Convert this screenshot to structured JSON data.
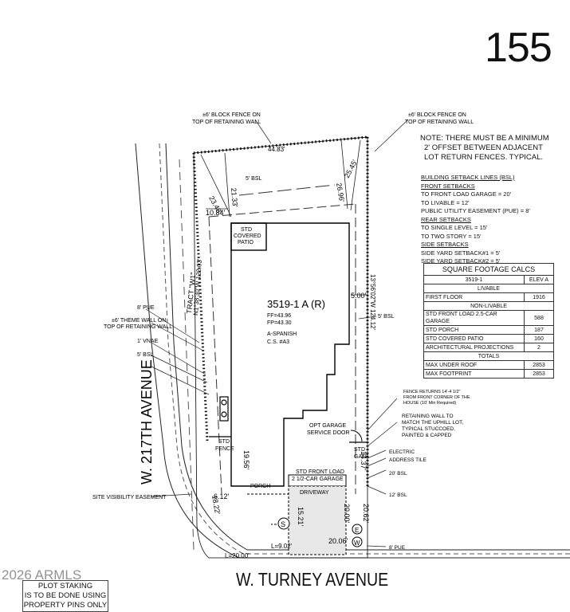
{
  "lot_number": "155",
  "street_bottom": "W. TURNEY AVENUE",
  "street_side": "W. 217TH AVENUE",
  "tract": "TRACT \"W1\"",
  "bearing_left": "N1°38'30\"W 122.03'",
  "bearing_right": "13°56'02\"W 124.12'",
  "block_fence_top": [
    "±6' BLOCK FENCE ON",
    "TOP OF RETAINING WALL"
  ],
  "block_fence_right": [
    "±6' BLOCK FENCE ON",
    "TOP OF RETAINING WALL"
  ],
  "note": [
    "NOTE: THERE MUST BE A MINIMUM",
    "2' OFFSET BETWEEN ADJACENT",
    "LOT RETURN FENCES. TYPICAL."
  ],
  "setbacks": {
    "title": "BUILDING SETBACK LINES (BSL)",
    "front_head": "FRONT SETBACKS",
    "front_garage": "TO FRONT LOAD GARAGE = 20'",
    "front_livable": "TO LIVABLE = 12'",
    "pue": "PUBLIC UTILITY EASEMENT (PUE) = 8'",
    "rear_head": "REAR SETBACKS",
    "rear_single": "TO SINGLE LEVEL = 15'",
    "rear_two": "TO TWO STORY = 15'",
    "side_head": "SIDE SETBACKS",
    "side1": "SIDE YARD SETBACK#1 = 5'",
    "side2": "SIDE YARD SETBACK#2 = 5'"
  },
  "sqft": {
    "title": "SQUARE FOOTAGE CALCS",
    "plan": "3519-1",
    "elev": "ELEV A",
    "livable": "LIVABLE",
    "first_floor": "FIRST FLOOR",
    "first_floor_val": "1916",
    "non_livable": "NON-LIVABLE",
    "garage": "STD FRONT LOAD 2.5-CAR GARAGE",
    "garage_val": "588",
    "porch": "STD PORCH",
    "porch_val": "187",
    "patio": "STD COVERED PATIO",
    "patio_val": "160",
    "arch": "ARCHITECTURAL PROJECTIONS",
    "arch_val": "2",
    "totals": "TOTALS",
    "roof": "MAX UNDER ROOF",
    "roof_val": "2853",
    "footprint": "MAX FOOTPRINT",
    "footprint_val": "2853"
  },
  "house": {
    "plan": "3519-1 A (R)",
    "ff": "FF=43.96",
    "fp": "FP=43.30",
    "style": "A-SPANISH",
    "cs": "C.S. #A3"
  },
  "labels": {
    "covered_patio": [
      "STD",
      "COVERED",
      "PATIO"
    ],
    "std_fence": [
      "STD",
      "FENCE"
    ],
    "porch": "PORCH",
    "driveway": "DRIVEWAY",
    "garage": [
      "STD FRONT LOAD",
      "2 1/2-CAR GARAGE"
    ],
    "service_door": [
      "OPT GARAGE",
      "SERVICE DOOR"
    ],
    "std_gate": [
      "STD",
      "GATE"
    ],
    "pue_8": "8' PUE",
    "theme_wall": [
      "±6' THEME WALL ON",
      "TOP OF RETAINING WALL"
    ],
    "vnae": "1' VNAE",
    "bsl_5_left": "5' BSL",
    "bsl_5_top": "5' BSL",
    "bsl_5_right": "5' BSL",
    "bsl_20": "20' BSL",
    "bsl_12": "12' BSL",
    "pue_8_bottom": "8' PUE",
    "sight": "SITE VISIBILITY EASEMENT",
    "fence_returns": [
      "FENCE RETURNS 14'-4 1/2\"",
      "FROM FRONT CORNER OF THE",
      "HOUSE (10' Min Required)"
    ],
    "retaining": [
      "RETAINING WALL TO",
      "MATCH THE UPHILL LOT,",
      "TYPICAL STUCCOED,",
      "PAINTED & CAPPED"
    ],
    "electric": "ELECTRIC",
    "address": "ADDRESS TILE",
    "s": "S",
    "e": "E",
    "w": "W"
  },
  "dims": {
    "top": "44.83'",
    "d2348": "23.48'",
    "d2133": "21.33'",
    "d2696": "26.96'",
    "d2545": "25.45'",
    "d1084": "10.84'",
    "d500": "5.00'",
    "d1956": "19.56'",
    "d1437": "14.37'",
    "d612": "6.12'",
    "d1822": "18.22'",
    "d1521": "15.21'",
    "d2000": "20.00'",
    "d2062": "20.62'",
    "d2006": "20.06'",
    "l20": "L=20.00'",
    "l9": "L=9.02'"
  },
  "stamp": [
    "PLOT STAKING",
    "IS TO BE DONE USING",
    "PROPERTY PINS ONLY"
  ],
  "watermark": "2026 ARMLS"
}
